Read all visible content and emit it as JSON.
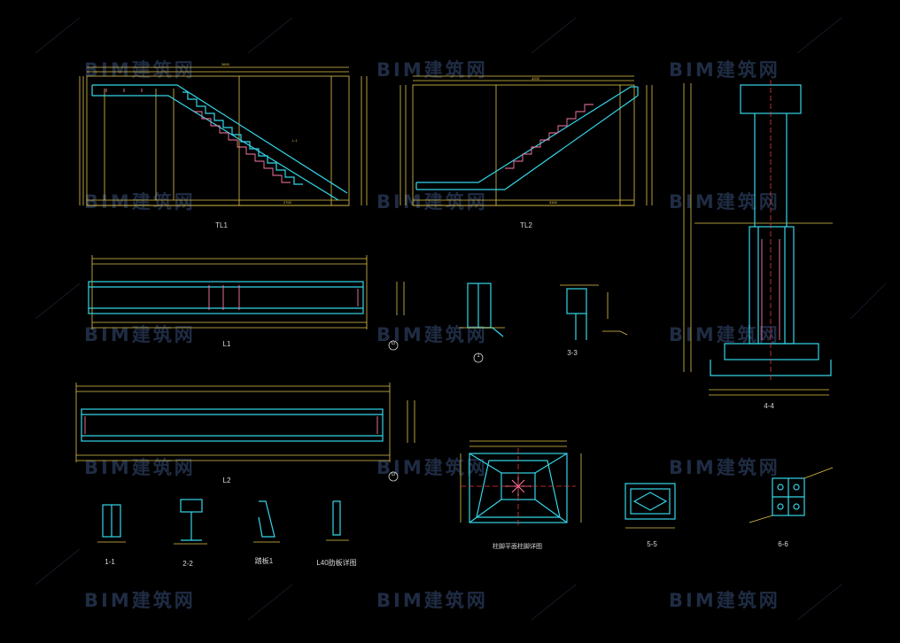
{
  "watermark": "BIM建筑网",
  "colors": {
    "background": "#000000",
    "structure": "#34d6e8",
    "dimension": "#e0c34a",
    "rebar": "#ff7aa8",
    "centerline": "#e23b3b",
    "text": "#d8d8d8",
    "watermark": "#1f2c44"
  },
  "labels": {
    "tl1": "TL1",
    "tl2": "TL2",
    "l1": "L1",
    "l2": "L2",
    "s11": "1-1",
    "s22": "2-2",
    "s33": "3-3",
    "s44": "4-4",
    "s55": "5-5",
    "s66": "6-6",
    "weld": "踏板1",
    "rib": "L40肋板详图",
    "base": "柱脚平面柱脚详图",
    "circ1": "1",
    "circ_g": "G"
  }
}
